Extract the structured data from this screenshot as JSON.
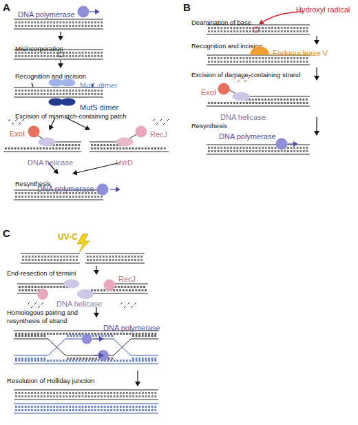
{
  "diagram": {
    "nodes": [
      {
        "text": [
          "DNA polymerase"
        ]
      },
      {
        "text": [
          "MutL dimer"
        ]
      },
      {
        "text": [
          "MutS dimer"
        ]
      },
      {
        "text": [
          "ExoI"
        ]
      },
      {
        "text": [
          "RecJ"
        ]
      },
      {
        "text": [
          "DNA helicase"
        ]
      },
      {
        "text": [
          "UvrD"
        ]
      },
      {
        "text": [
          "DNA polymerase"
        ]
      },
      {
        "text": [
          "Endonuclease V"
        ]
      },
      {
        "text": [
          "ExoI"
        ]
      },
      {
        "text": [
          "DNA helicase"
        ]
      },
      {
        "text": [
          "DNA polymerase"
        ]
      },
      {
        "text": [
          "RecJ"
        ]
      },
      {
        "text": [
          "DNA helicase"
        ]
      },
      {
        "text": [
          "DNA polymerase"
        ]
      }
    ],
    "labels": [
      "A",
      "Misincorporation",
      "Recognition and incision",
      "Excision of mismatch-containing patch",
      "Resynthesis",
      "B",
      "Hydroxyl radical",
      "Deamination of base",
      "Recognition and incision",
      "Excision of damage-containing strand",
      "Resynthesis",
      "C",
      "UV-C",
      "End-resection of termini",
      "Homologous pairing and resynthesis of strand",
      "Resolution of Holliday junction"
    ]
  }
}
